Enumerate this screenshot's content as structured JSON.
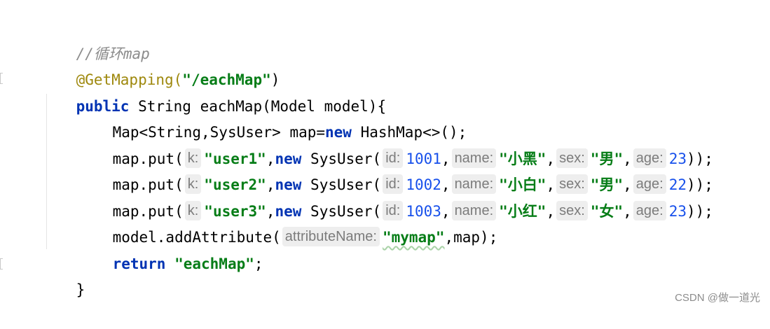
{
  "code": {
    "comment": "//循环map",
    "annotation": "@GetMapping(",
    "mapping_path": "\"/eachMap\"",
    "annotation_close": ")",
    "kw_public": "public",
    "method_sig": " String eachMap(Model model){",
    "map_decl_type": "Map<String,SysUser> map=",
    "kw_new": "new",
    "map_decl_rest": " HashMap<>();",
    "put_prefix": "map.put(",
    "hint_k": "k:",
    "hint_id": "id:",
    "hint_name": "name:",
    "hint_sex": "sex:",
    "hint_age": "age:",
    "new_sysuser": " SysUser(",
    "comma": ",",
    "close_put": "));",
    "puts": [
      {
        "key": "\"user1\"",
        "id": "1001",
        "name": "\"小黑\"",
        "sex": "\"男\"",
        "age": "23"
      },
      {
        "key": "\"user2\"",
        "id": "1002",
        "name": "\"小白\"",
        "sex": "\"男\"",
        "age": "22"
      },
      {
        "key": "\"user3\"",
        "id": "1003",
        "name": "\"小红\"",
        "sex": "\"女\"",
        "age": "23"
      }
    ],
    "add_attr_prefix": "model.addAttribute(",
    "hint_attribute_name": "attributeName:",
    "attr_value": "\"mymap\"",
    "add_attr_suffix": ",map);",
    "kw_return": "return",
    "return_value": "\"eachMap\"",
    "semicolon": ";",
    "closing_brace": "}"
  },
  "watermark": "CSDN @做一道光"
}
